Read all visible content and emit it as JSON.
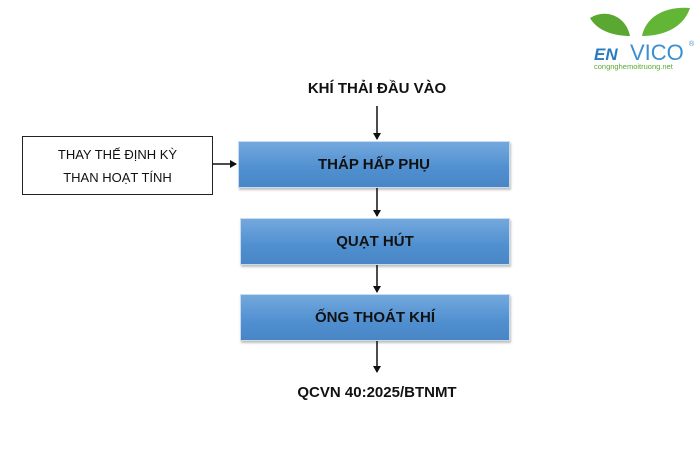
{
  "input_label": "KHÍ THẢI ĐẦU VÀO",
  "side_box": {
    "line1": "THAY THẾ ĐỊNH KỲ",
    "line2": "THAN HOẠT TÍNH"
  },
  "steps": [
    "THÁP HẤP PHỤ",
    "QUẠT HÚT",
    "ỐNG THOÁT KHÍ"
  ],
  "output_label": "QCVN 40:2025/BTNMT",
  "logo": {
    "brand": "ENVICO",
    "registered": "®",
    "website": "congnghemoitruong.net"
  },
  "colors": {
    "box": "#5b97d5",
    "logo_green": "#5aa832",
    "logo_blue": "#2a7bc0"
  }
}
